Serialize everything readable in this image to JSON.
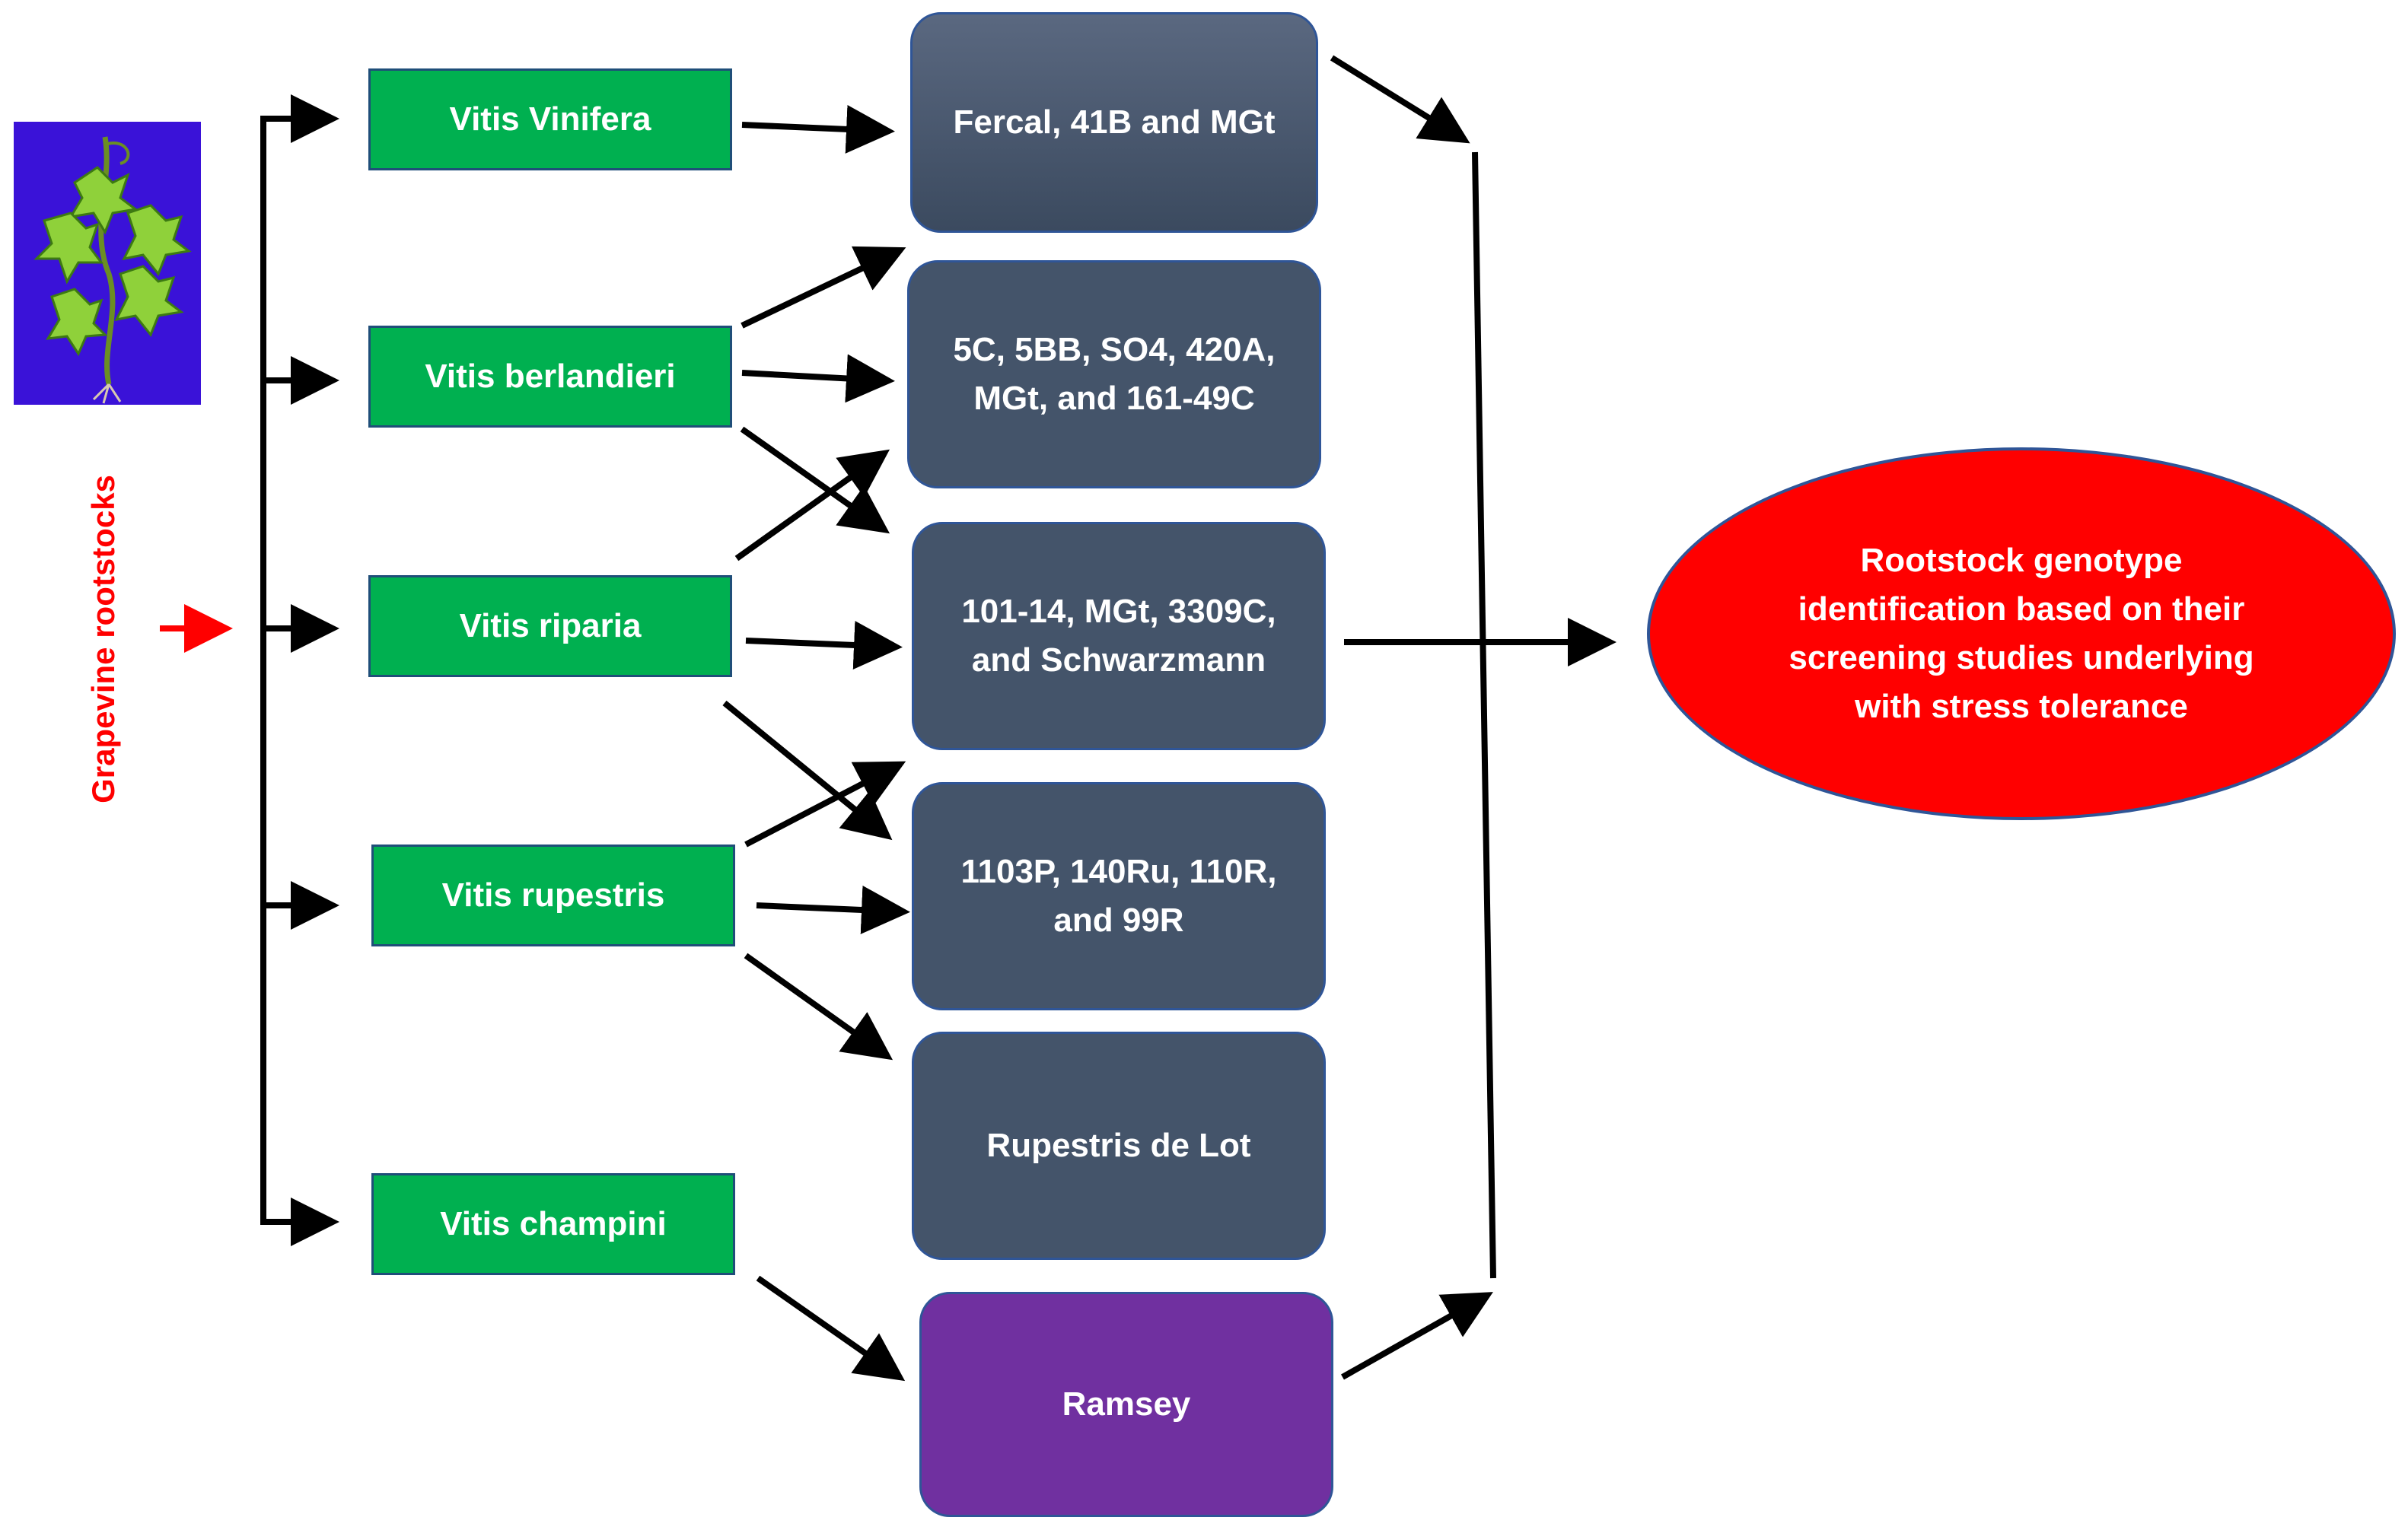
{
  "source_label": "Grapevine rootstocks",
  "image_alt": "grapevine-plant",
  "species": [
    {
      "id": "vinifera",
      "label": "Vitis Vinifera"
    },
    {
      "id": "berlandieri",
      "label": "Vitis berlandieri"
    },
    {
      "id": "riparia",
      "label": "Vitis riparia"
    },
    {
      "id": "rupestris",
      "label": "Vitis rupestris"
    },
    {
      "id": "champini",
      "label": "Vitis champini"
    }
  ],
  "cultivars": [
    {
      "id": "fercal",
      "label": "Fercal, 41B and MGt"
    },
    {
      "id": "berl-group",
      "label": "5C, 5BB, SO4, 420A, MGt, and 161-49C"
    },
    {
      "id": "rip-group",
      "label": "101-14, MGt, 3309C, and Schwarzmann"
    },
    {
      "id": "rup-group",
      "label": "1103P, 140Ru, 110R, and 99R"
    },
    {
      "id": "lot",
      "label": "Rupestris de Lot"
    },
    {
      "id": "ramsey",
      "label": "Ramsey"
    }
  ],
  "outcome": {
    "label": "Rootstock genotype identification based on their screening studies underlying with stress tolerance"
  },
  "colors": {
    "species_fill": "#00b050",
    "cultivar_fill": "#44546a",
    "ramsey_fill": "#7030a0",
    "outcome_fill": "#ff0000",
    "label_text": "#ff0000",
    "plant_background": "#3a12d8",
    "arrow": "#000000"
  }
}
